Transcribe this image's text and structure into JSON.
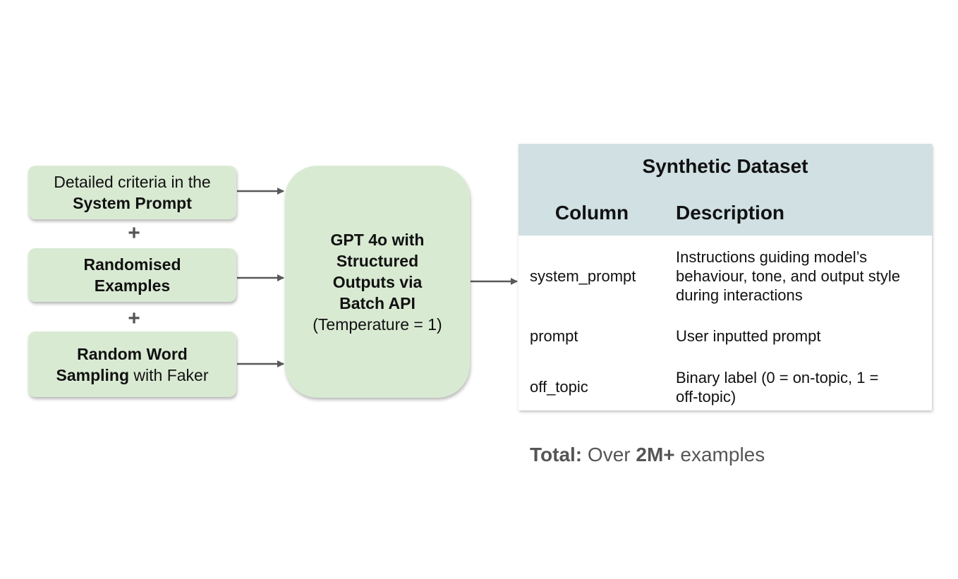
{
  "inputs": [
    {
      "line1": "Detailed criteria in the",
      "line2": "System Prompt"
    },
    {
      "line1": "Randomised",
      "line2": "Examples"
    },
    {
      "line1_bold": "Random Word",
      "line2_bold": "Sampling",
      "line2_rest": " with Faker"
    }
  ],
  "plus_symbol": "+",
  "model": {
    "line1": "GPT 4o with",
    "line2": "Structured",
    "line3": "Outputs via",
    "line4": "Batch API",
    "line5": "(Temperature = 1)"
  },
  "dataset": {
    "title": "Synthetic Dataset",
    "column_header": "Column",
    "description_header": "Description",
    "rows": [
      {
        "column": "system_prompt",
        "desc1": "Instructions guiding model’s",
        "desc2": "behaviour, tone, and output style",
        "desc3": "during interactions"
      },
      {
        "column": "prompt",
        "desc1": "User inputted prompt"
      },
      {
        "column": "off_topic",
        "desc1": "Binary label (0 = on-topic, 1 =",
        "desc2": "off-topic)"
      }
    ]
  },
  "total": {
    "label": "Total:",
    "pre": " Over ",
    "value": "2M+",
    "post": " examples"
  },
  "colors": {
    "box_fill": "#d9ead3",
    "table_header_fill": "#d0e0e3",
    "arrow": "#595959",
    "total_text": "#555555"
  }
}
